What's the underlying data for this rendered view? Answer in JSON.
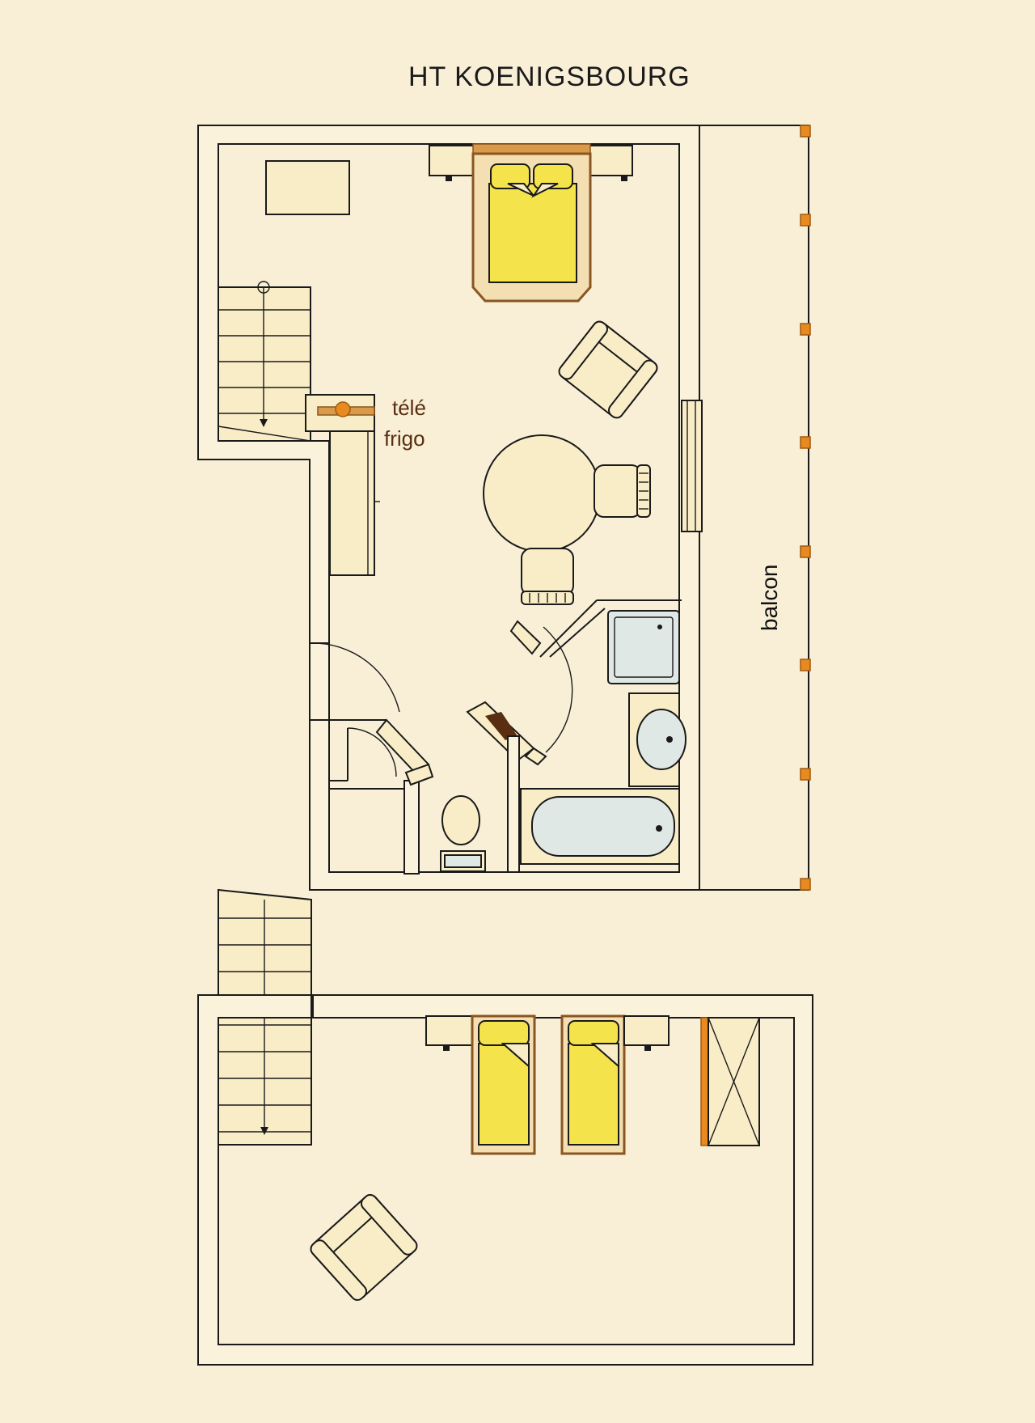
{
  "title": "HT  KOENIGSBOURG",
  "labels": {
    "tv": "télé",
    "fridge": "frigo",
    "balcony": "balcon"
  },
  "colors": {
    "paper": "#f8efd6",
    "bed": "#f4e34a",
    "wood": "#d99a4a",
    "orange": "#e88a1f",
    "water": "#dfe8e4"
  }
}
